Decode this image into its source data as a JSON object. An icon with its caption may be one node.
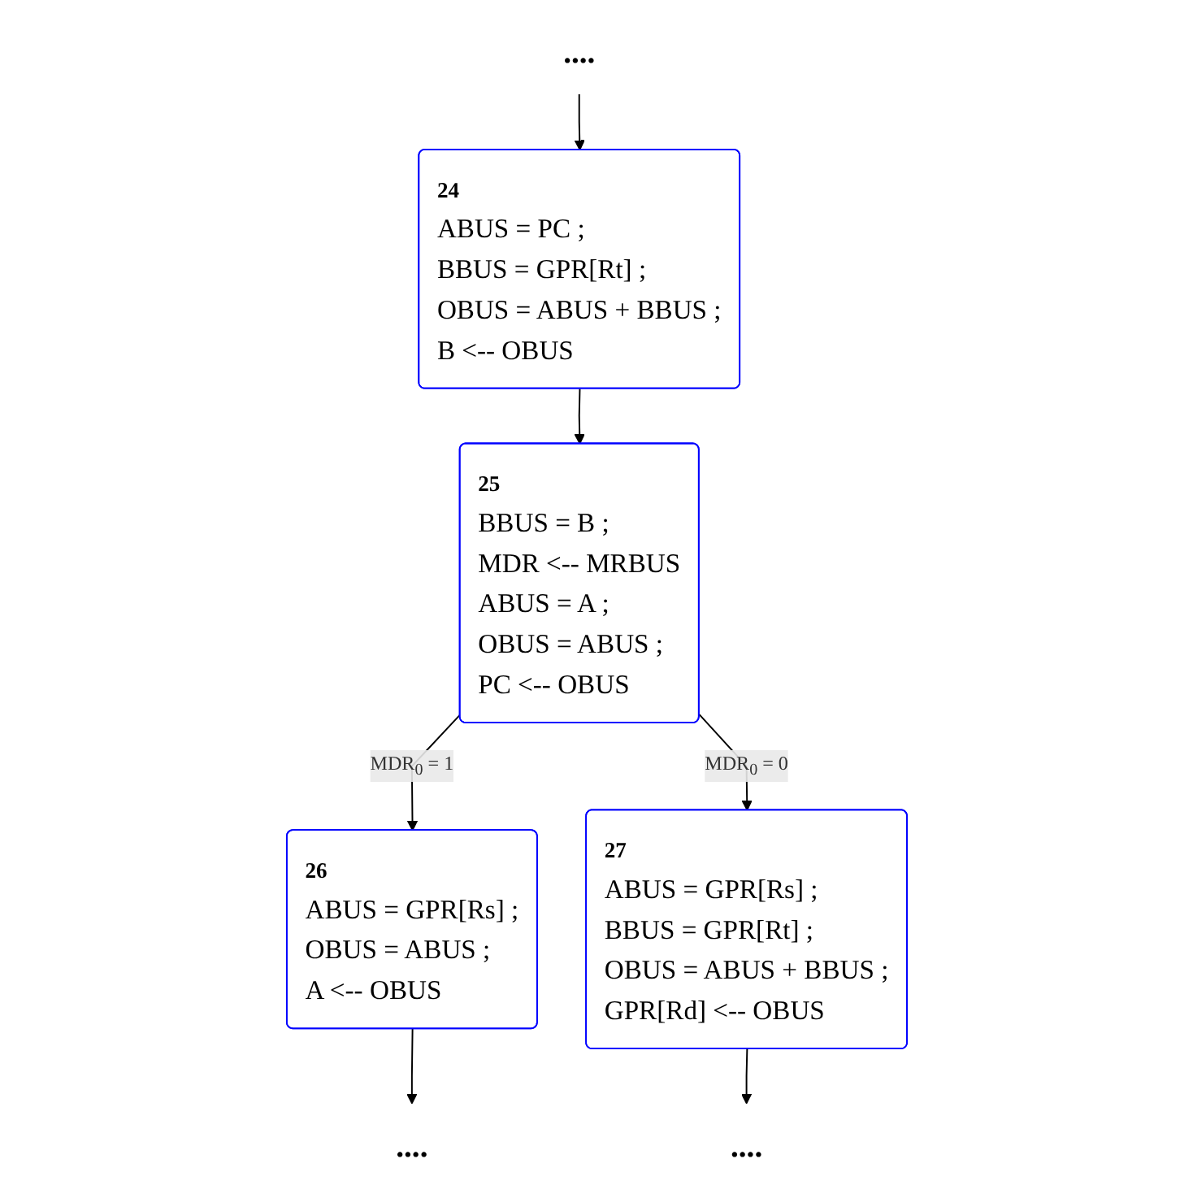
{
  "diagram": {
    "nodes": [
      {
        "text": [
          "...."
        ]
      },
      {
        "text": [
          "24",
          "ABUS = PC ;",
          "BBUS = GPR[Rt] ;",
          "OBUS = ABUS + BBUS ;",
          "B <-- OBUS"
        ]
      },
      {
        "text": [
          "25",
          "BBUS = B ;",
          "MDR <-- MRBUS",
          "ABUS = A ;",
          "OBUS = ABUS ;",
          "PC <-- OBUS"
        ]
      },
      {
        "text": [
          "26",
          "ABUS = GPR[Rs] ;",
          "OBUS = ABUS ;",
          "A <-- OBUS"
        ]
      },
      {
        "text": [
          "27",
          "ABUS = GPR[Rs] ;",
          "BBUS = GPR[Rt] ;",
          "OBUS = ABUS + BBUS ;",
          "GPR[Rd] <-- OBUS"
        ]
      },
      {
        "text": [
          "...."
        ]
      },
      {
        "text": [
          "...."
        ]
      }
    ],
    "edges": [
      {
        "from": 0,
        "to": 1,
        "arrow": "to"
      },
      {
        "from": 1,
        "to": 2,
        "arrow": "to"
      },
      {
        "from": 2,
        "to": 3,
        "arrow": "to",
        "label": "MDR$_{0}$ = 1"
      },
      {
        "from": 2,
        "to": 4,
        "arrow": "to",
        "label": "MDR$_{0}$ = 0"
      },
      {
        "from": 3,
        "to": 5,
        "arrow": "to"
      },
      {
        "from": 4,
        "to": 6,
        "arrow": "to"
      }
    ]
  }
}
